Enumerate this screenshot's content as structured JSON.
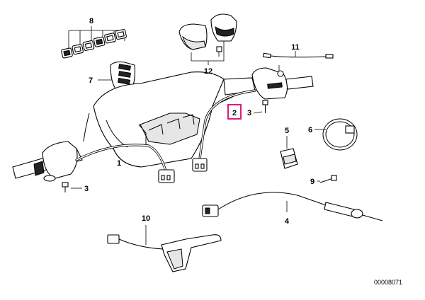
{
  "diagram": {
    "callouts": [
      "8",
      "12",
      "11",
      "7",
      "2",
      "3",
      "1",
      "5",
      "6",
      "3",
      "9",
      "10",
      "4"
    ],
    "drawing_code": "00008071",
    "highlighted": "2"
  },
  "colors": {
    "highlight": "#e0197a",
    "ink": "#000000",
    "background": "#ffffff"
  }
}
